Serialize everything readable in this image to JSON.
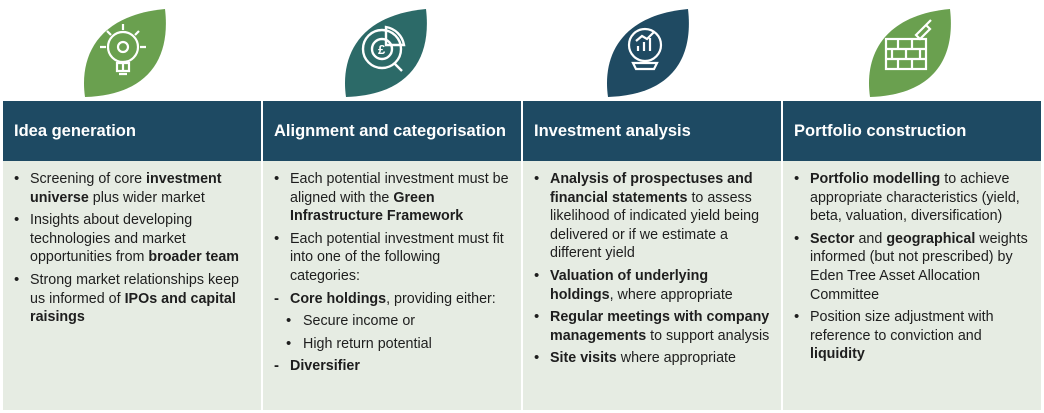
{
  "colors": {
    "leaf_light_green": "#6aa04f",
    "leaf_dark_teal": "#2c6a68",
    "leaf_navy": "#1f4a62",
    "header_bg": "#1e4a63",
    "body_bg": "#e6ece3"
  },
  "icons": [
    "gear-lightbulb-icon",
    "pound-pie-chart-icon",
    "crystal-ball-chart-icon",
    "brick-wall-trowel-icon"
  ],
  "columns": [
    {
      "title": "Idea generation",
      "items": [
        {
          "t1": "Screening of core ",
          "b1": "investment universe",
          "t2": " plus wider market"
        },
        {
          "t1": "Insights about developing technologies and market opportunities from ",
          "b1": "broader team",
          "t2": ""
        },
        {
          "t1": "Strong market relationships keep us informed of ",
          "b1": "IPOs and capital raisings",
          "t2": ""
        }
      ]
    },
    {
      "title": "Alignment and categorisation",
      "items": [
        {
          "t1": "Each potential investment must be aligned with the ",
          "b1": "Green Infrastructure Framework",
          "t2": ""
        },
        {
          "t1": "Each potential investment must fit into one of the following categories:",
          "b1": "",
          "t2": ""
        }
      ],
      "core_label": "Core holdings",
      "core_rest": ", providing either:",
      "sub_items": [
        "Secure income or",
        "High return potential"
      ],
      "diversifier": "Diversifier"
    },
    {
      "title": "Investment analysis",
      "items": [
        {
          "t1": "",
          "b1": "Analysis of prospectuses and financial statements",
          "t2": " to assess likelihood of indicated yield being delivered or if we estimate a different yield"
        },
        {
          "t1": "",
          "b1": "Valuation of underlying holdings",
          "t2": ", where appropriate"
        },
        {
          "t1": "",
          "b1": "Regular meetings with company managements",
          "t2": " to support analysis"
        },
        {
          "t1": "",
          "b1": "Site visits",
          "t2": " where appropriate"
        }
      ]
    },
    {
      "title": "Portfolio construction",
      "items": [
        {
          "b1": "Portfolio modelling",
          "t1": " to achieve appropriate characteristics (yield, beta, valuation, diversification)"
        },
        {
          "b1": "Sector",
          "t1": " and ",
          "b2": "geographical",
          "t2": " weights informed (but not prescribed) by Eden Tree Asset Allocation Committee"
        },
        {
          "t1": "Position size adjustment with reference to conviction and ",
          "b1": "liquidity"
        }
      ]
    }
  ]
}
